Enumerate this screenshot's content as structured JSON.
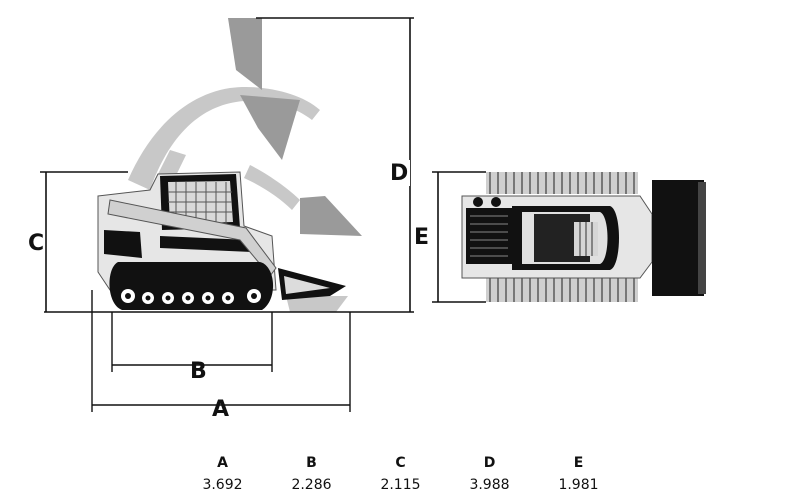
{
  "labels": {
    "a": "A",
    "b": "B",
    "c": "C",
    "d": "D",
    "e": "E"
  },
  "specs": [
    {
      "key": "A",
      "value": "3.692"
    },
    {
      "key": "B",
      "value": "2.286"
    },
    {
      "key": "C",
      "value": "2.115"
    },
    {
      "key": "D",
      "value": "3.988"
    },
    {
      "key": "E",
      "value": "1.981"
    }
  ],
  "colors": {
    "line": "#111111",
    "ghost": "#c8c8c8",
    "body": "#e6e6e6"
  },
  "icons": {
    "side_view": "compact-track-loader-side-icon",
    "top_view": "compact-track-loader-top-icon"
  }
}
